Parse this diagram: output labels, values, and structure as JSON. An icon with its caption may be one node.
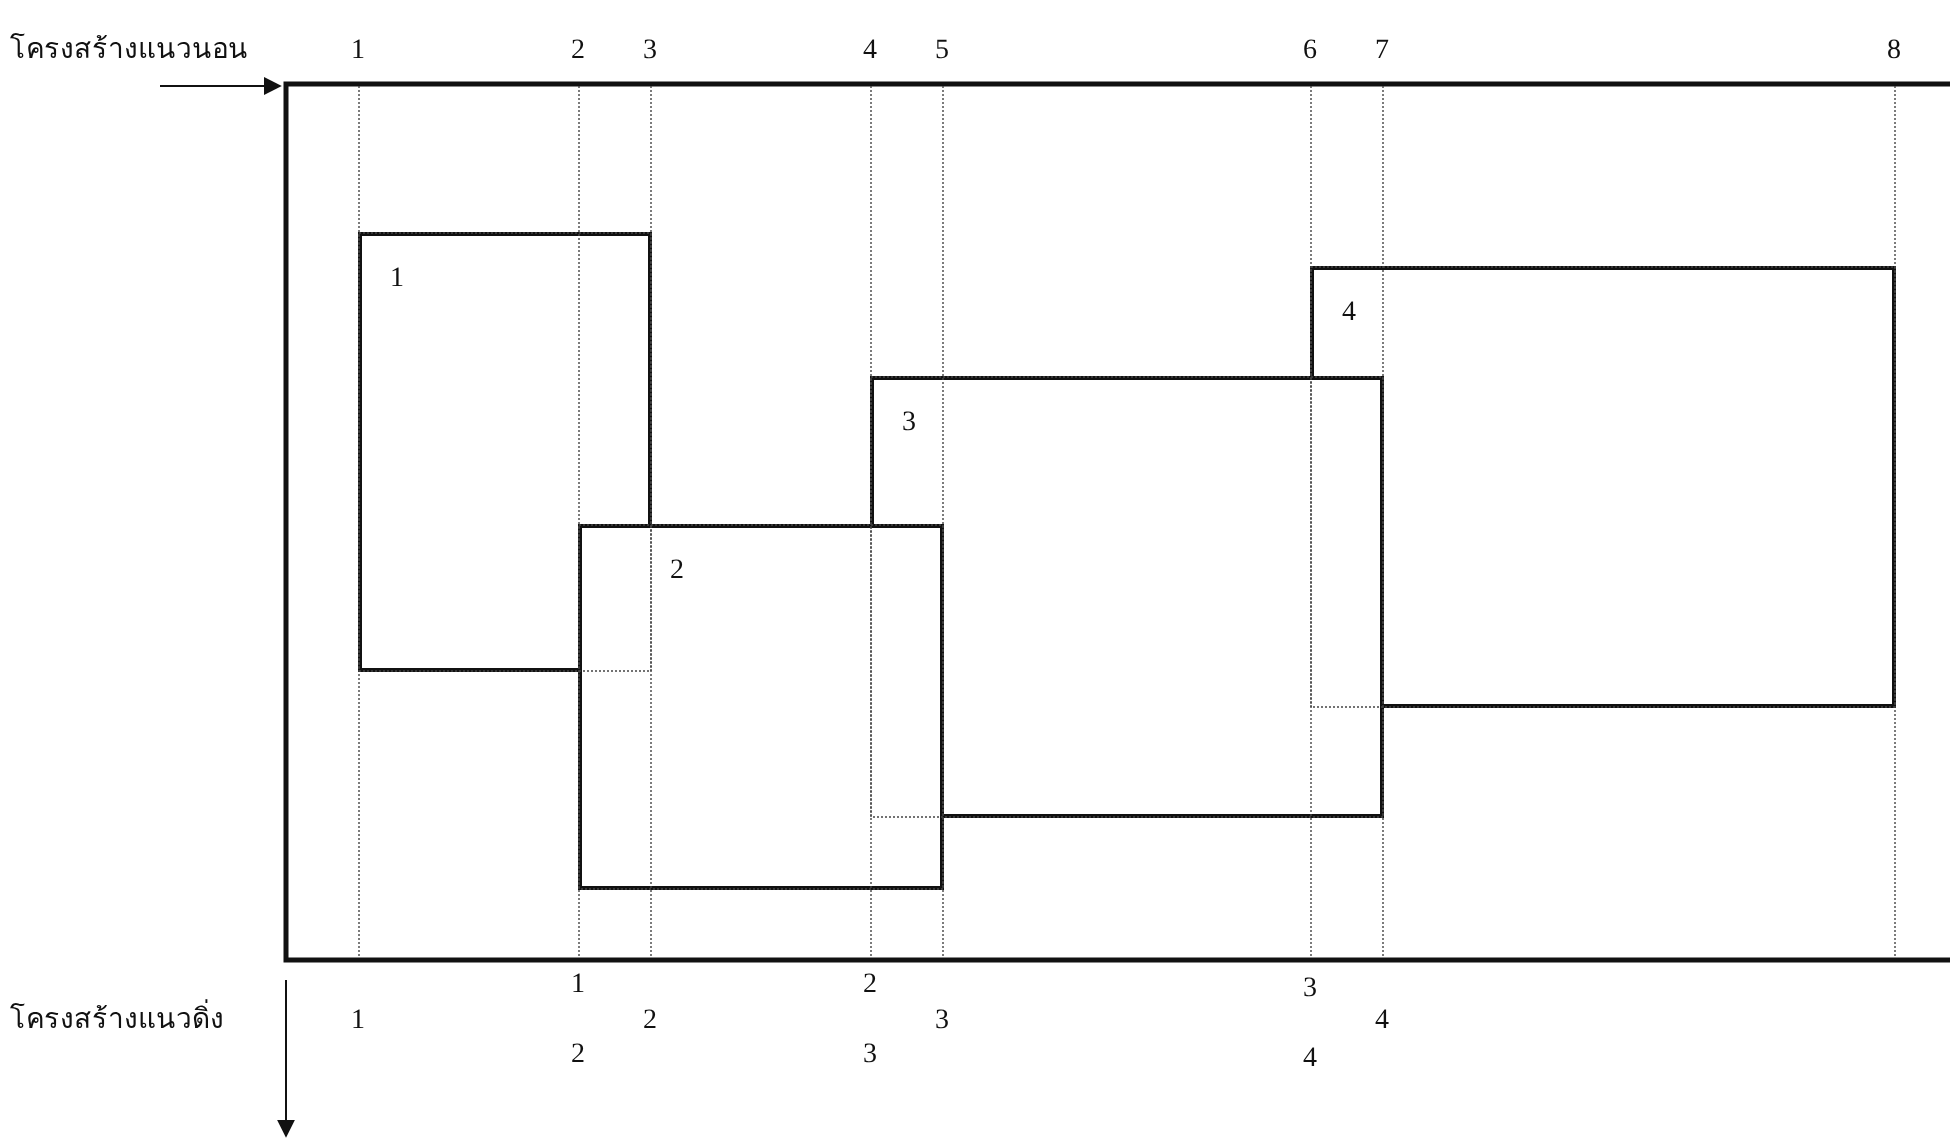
{
  "diagram": {
    "nodes": [
      {
        "text": [
          "1"
        ]
      },
      {
        "text": [
          "2"
        ]
      },
      {
        "text": [
          "3"
        ]
      },
      {
        "text": [
          "4"
        ]
      }
    ],
    "labels": [
      "โครงสร้างแนวนอน",
      "1",
      "2",
      "3",
      "4",
      "5",
      "6",
      "7",
      "8",
      "1",
      "2",
      "3",
      "โครงสร้างแนวดิ่ง",
      "1",
      "2",
      "3",
      "4",
      "2",
      "3",
      "4"
    ]
  }
}
